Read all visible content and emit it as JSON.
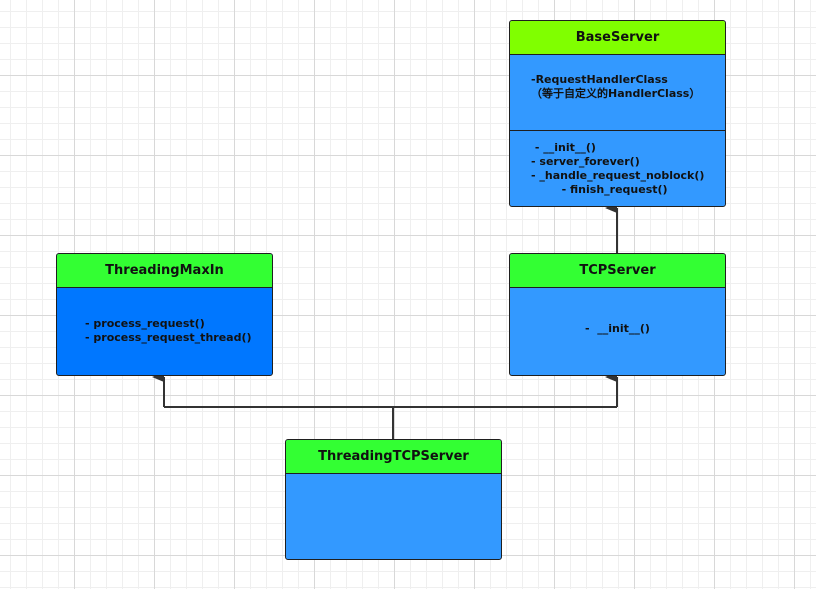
{
  "colors": {
    "header_fill": "#33ff33",
    "body_fill": "#3399ff",
    "body_fill_dark": "#0077ff",
    "base_header_fill": "#80ff00",
    "line": "#333333"
  },
  "classes": {
    "base_server": {
      "name": "BaseServer",
      "attributes": [
        "-RequestHandlerClass",
        "（等于自定义的HandlerClass）"
      ],
      "operations": [
        " - __init__()",
        "- server_forever()",
        "- _handle_request_noblock()",
        "        - finish_request()"
      ]
    },
    "tcp_server": {
      "name": "TCPServer",
      "operations": [
        "-  __init__()"
      ]
    },
    "threading_maxin": {
      "name": "ThreadingMaxIn",
      "operations": [
        "- process_request()",
        "- process_request_thread()"
      ]
    },
    "threading_tcp_server": {
      "name": "ThreadingTCPServer"
    }
  },
  "relationships": [
    {
      "from": "TCPServer",
      "to": "BaseServer",
      "type": "inheritance"
    },
    {
      "from": "ThreadingTCPServer",
      "to": "ThreadingMaxIn",
      "type": "inheritance"
    },
    {
      "from": "ThreadingTCPServer",
      "to": "TCPServer",
      "type": "inheritance"
    }
  ]
}
